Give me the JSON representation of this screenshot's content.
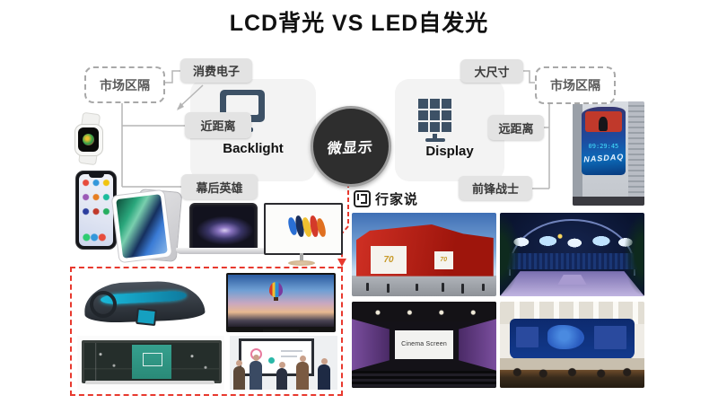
{
  "title": "LCD背光 VS LED自发光",
  "backlight_side": {
    "market_segment": "市场区隔",
    "consumer_electronics": "消费电子",
    "near_distance": "近距离",
    "behind_the_scenes_hero": "幕后英雄",
    "panel_label": "Backlight"
  },
  "center_circle": {
    "label": "微显示"
  },
  "display_side": {
    "large_size": "大尺寸",
    "market_segment": "市场区隔",
    "far_distance": "远距离",
    "vanguard_warrior": "前锋战士",
    "panel_label": "Display"
  },
  "watermark": {
    "brand": "行家说"
  },
  "photos": {
    "nasdaq_tower": {
      "ticker": "NASDAQ",
      "clock": "09:29:45"
    },
    "anniversary_building": {
      "screen_badge": "70"
    },
    "cinema_hall": {
      "screen_label": "Cinema Screen"
    }
  },
  "colors": {
    "accent_red": "#e8392e",
    "panel_gray": "#f3f3f3",
    "label_gray": "#e3e3e3",
    "icon_navy": "#3d5166",
    "circle_dark": "#2e2e2e"
  }
}
